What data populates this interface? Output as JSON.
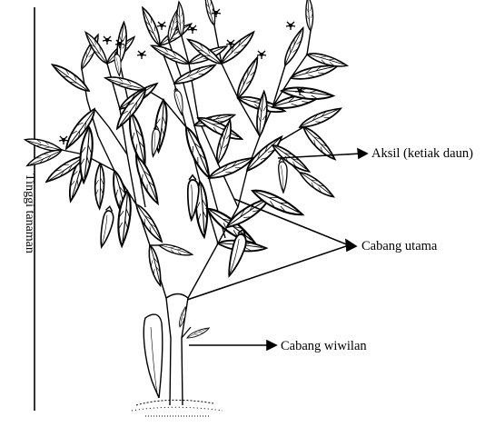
{
  "labels": {
    "plant_height": "Tinggi tanaman",
    "axil": "Aksil (ketiak daun)",
    "main_branch": "Cabang utama",
    "water_shoot": "Cabang wiwilan"
  },
  "colors": {
    "ink": "#000000",
    "background": "#ffffff",
    "leaf_fill": "#ffffff"
  }
}
